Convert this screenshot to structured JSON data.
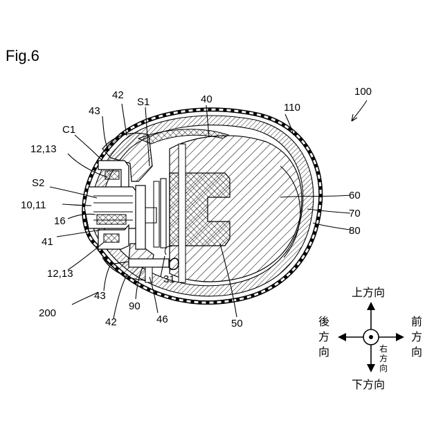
{
  "figure": {
    "title": "Fig.6"
  },
  "labels": {
    "l100": "100",
    "l110": "110",
    "l40": "40",
    "lS1": "S1",
    "l42top": "42",
    "l43top": "43",
    "lC1": "C1",
    "l1213top": "12,13",
    "lS2": "S2",
    "l1011": "10,11",
    "l16": "16",
    "l41": "41",
    "l1213bot": "12,13",
    "l43bot": "43",
    "l42bot": "42",
    "l200": "200",
    "l90": "90",
    "l46": "46",
    "l31": "31",
    "l50": "50",
    "l60": "60",
    "l70": "70",
    "l80": "80"
  },
  "directions": {
    "up": "上方向",
    "down": "下方向",
    "front_1": "前",
    "front_2": "方",
    "front_3": "向",
    "back_1": "後",
    "back_2": "方",
    "back_3": "向",
    "right_1": "右",
    "right_2": "方",
    "right_3": "向"
  }
}
